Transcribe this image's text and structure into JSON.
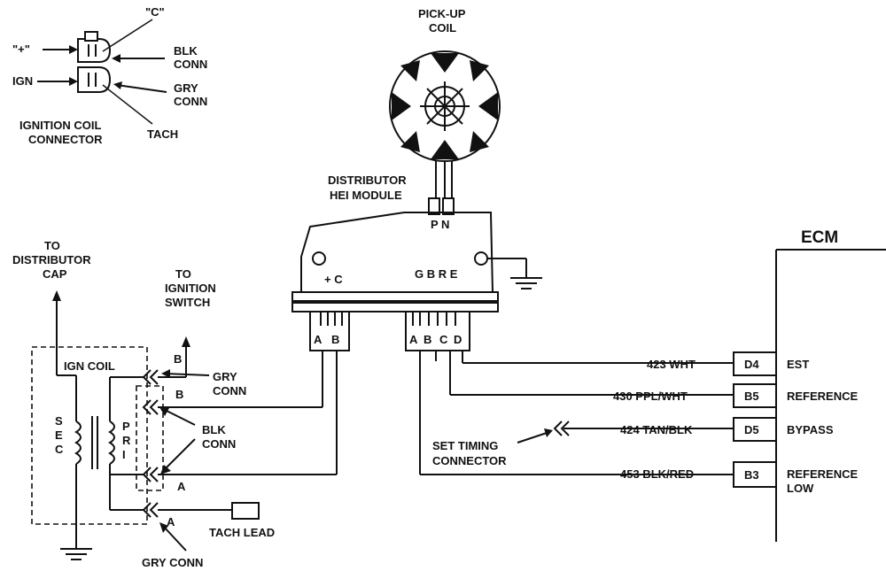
{
  "coil_connector": {
    "label_c": "\"C\"",
    "label_plus": "\"+\"",
    "label_ign": "IGN",
    "label_blk": "BLK",
    "label_blk2": "CONN",
    "label_gry": "GRY",
    "label_gry2": "CONN",
    "label_tach": "TACH",
    "caption_1": "IGNITION COIL",
    "caption_2": "CONNECTOR"
  },
  "pickup": {
    "line1": "PICK-UP",
    "line2": "COIL"
  },
  "module": {
    "title1": "DISTRIBUTOR",
    "title2": "HEI MODULE",
    "pn": "P N",
    "plus_c": "+ C",
    "gbre": "G B R E",
    "pin_a": "A",
    "pin_b": "B",
    "pin_a2": "A",
    "pin_b2": "B",
    "pin_c2": "C",
    "pin_d2": "D"
  },
  "left": {
    "to1": "TO",
    "to2": "DISTRIBUTOR",
    "to3": "CAP",
    "sw1": "TO",
    "sw2": "IGNITION",
    "sw3": "SWITCH",
    "ign_coil": "IGN COIL",
    "sec_s": "S",
    "sec_e": "E",
    "sec_c": "C",
    "pri_p": "P",
    "pri_r": "R",
    "pri_i": "I",
    "b_top": "B",
    "b_mid": "B",
    "a_low": "A",
    "a_bot": "A",
    "gry1": "GRY",
    "gry1b": "CONN",
    "blk1": "BLK",
    "blk1b": "CONN",
    "tach_lead": "TACH LEAD",
    "gry_bottom": "GRY CONN"
  },
  "wires": {
    "w1": "423 WHT",
    "w2": "430 PPL/WHT",
    "w3": "424 TAN/BLK",
    "w4": "453 BLK/RED",
    "set1": "SET TIMING",
    "set2": "CONNECTOR"
  },
  "ecm": {
    "title": "ECM",
    "pins": [
      {
        "id": "D4",
        "name": "EST",
        "name2": ""
      },
      {
        "id": "B5",
        "name": "REFERENCE",
        "name2": ""
      },
      {
        "id": "D5",
        "name": "BYPASS",
        "name2": ""
      },
      {
        "id": "B3",
        "name": "REFERENCE",
        "name2": "LOW"
      }
    ]
  }
}
